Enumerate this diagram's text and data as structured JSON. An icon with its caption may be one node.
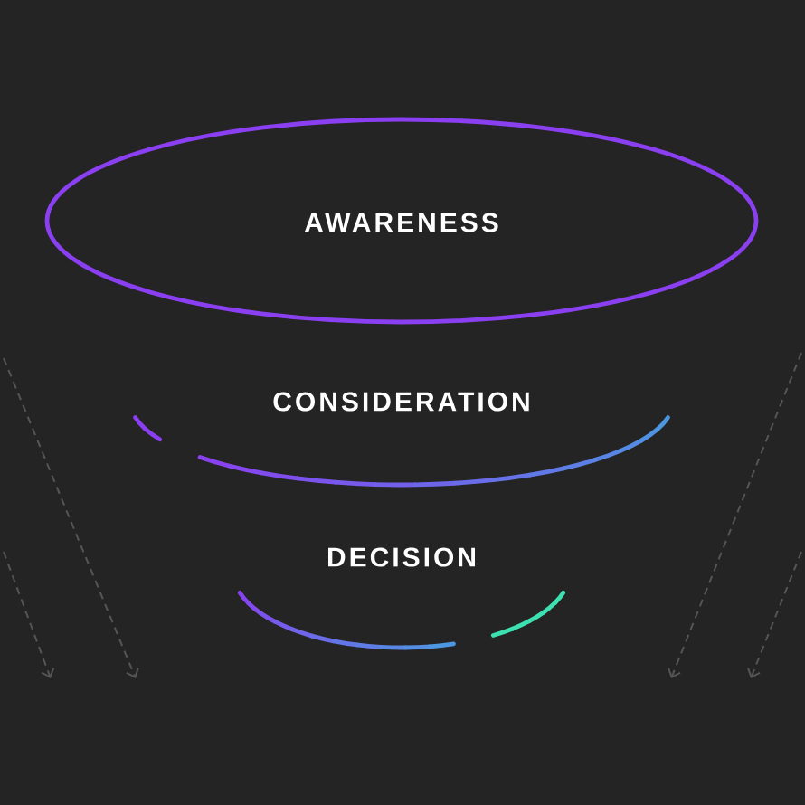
{
  "diagram": {
    "nodes": [
      {
        "text": [
          "AWARENESS"
        ]
      },
      {
        "text": [
          "CONSIDERATION"
        ]
      },
      {
        "text": [
          "DECISION"
        ]
      }
    ]
  }
}
